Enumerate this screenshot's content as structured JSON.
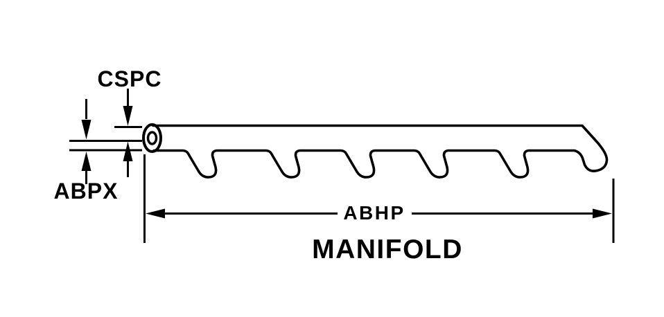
{
  "figure": {
    "type": "technical-line-diagram",
    "subject": "Manifold side view with six angled outlet ports and dimension callouts",
    "outlet_count": 6,
    "colors": {
      "line": "#000000",
      "background": "#ffffff"
    }
  },
  "labels": {
    "cspc": "CSPC",
    "abpx": "ABPX",
    "abhp": "ABHP",
    "title": "MANIFOLD"
  }
}
